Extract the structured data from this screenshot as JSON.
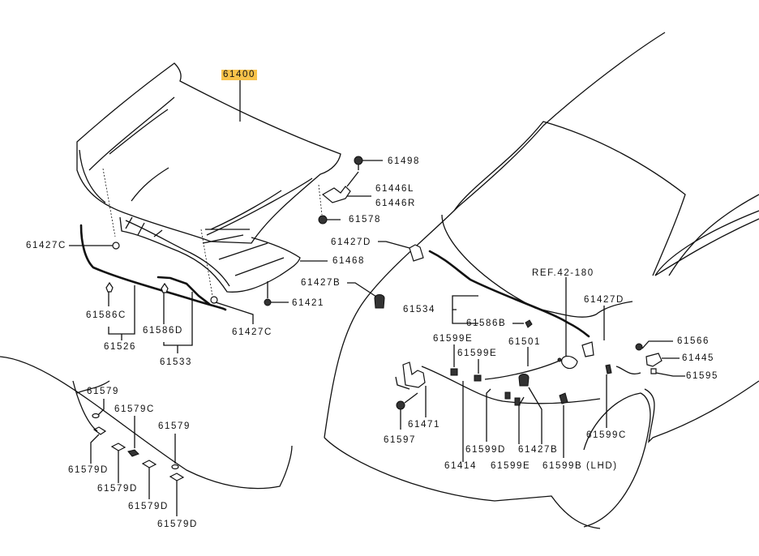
{
  "diagram": {
    "title": "Hood (bonnet) parts diagram",
    "highlight_color": "#f7c24a",
    "labels": {
      "hood_panel": "61400",
      "hinge_bolt": "61498",
      "hinge_left": "61446L",
      "hinge_right": "61446R",
      "bumper_61578": "61578",
      "clip_61427d_top": "61427D",
      "insulator": "61468",
      "clip_61427b_left": "61427B",
      "clip_61427c_left": "61427C",
      "nut_61421": "61421",
      "clip_61586c": "61586C",
      "seal_61526": "61526",
      "clip_61586d": "61586D",
      "seal_61533": "61533",
      "clip_61427c_bottom": "61427C",
      "ref_note": "REF.42-180",
      "seal_61534": "61534",
      "clip_61586b": "61586B",
      "clip_61427d_right": "61427D",
      "clip_61599e_a": "61599E",
      "clip_61599e_b": "61599E",
      "cable_61501": "61501",
      "screw_61566": "61566",
      "lever_61445": "61445",
      "bracket_61595": "61595",
      "clip_61599c": "61599C",
      "latch_61471": "61471",
      "bolt_61597": "61597",
      "cable_61414": "61414",
      "clip_61599d": "61599D",
      "clip_61599e_c": "61599E",
      "clip_61427b_bottom": "61427B",
      "clip_61599b": "61599B (LHD)",
      "pad_61579_a": "61579",
      "pad_61579c": "61579C",
      "pad_61579_b": "61579",
      "pad_61579d_a": "61579D",
      "pad_61579d_b": "61579D",
      "pad_61579d_c": "61579D",
      "pad_61579d_d": "61579D"
    }
  }
}
